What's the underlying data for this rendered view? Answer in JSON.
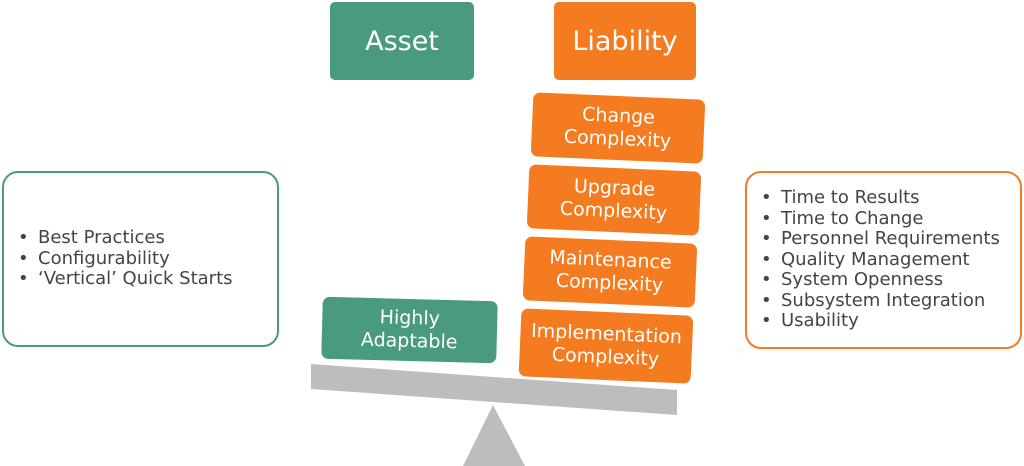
{
  "headers": {
    "asset": "Asset",
    "liability": "Liability"
  },
  "asset_box": {
    "items": [
      "Best Practices",
      "Configurability",
      "‘Vertical’ Quick Starts"
    ]
  },
  "liability_box": {
    "items": [
      "Time to Results",
      "Time to Change",
      "Personnel Requirements",
      "Quality Management",
      "System Openness",
      "Subsystem Integration",
      "Usability"
    ]
  },
  "asset_blocks": [
    {
      "line1": "Highly",
      "line2": "Adaptable"
    }
  ],
  "liability_blocks": [
    {
      "line1": "Change",
      "line2": "Complexity"
    },
    {
      "line1": "Upgrade",
      "line2": "Complexity"
    },
    {
      "line1": "Maintenance",
      "line2": "Complexity"
    },
    {
      "line1": "Implementation",
      "line2": "Complexity"
    }
  ],
  "colors": {
    "asset_green": "#4a9a80",
    "liability_orange": "#f47b20",
    "beam_gray": "#bdbdbd",
    "text_gray": "#444444"
  }
}
